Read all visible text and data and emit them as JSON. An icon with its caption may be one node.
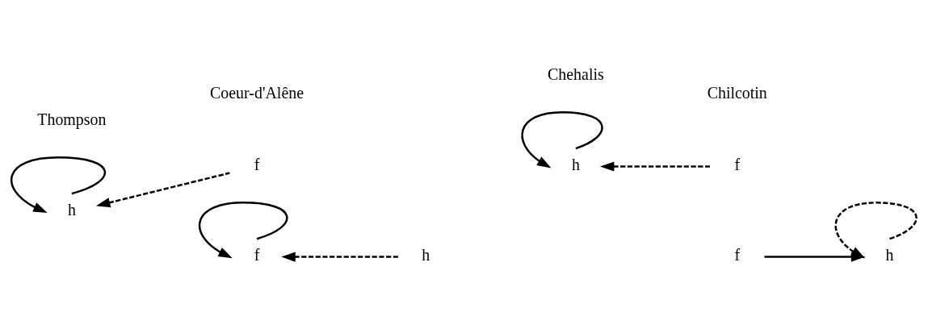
{
  "diagram": {
    "nodes": [
      {
        "text": [
          "h"
        ]
      },
      {
        "text": [
          "f"
        ]
      },
      {
        "text": [
          "h"
        ]
      },
      {
        "text": [
          "f"
        ]
      },
      {
        "text": [
          "f"
        ]
      },
      {
        "text": [
          "h"
        ]
      },
      {
        "text": [
          "f"
        ]
      },
      {
        "text": [
          "h"
        ]
      }
    ],
    "edges": [
      {
        "from": 0,
        "to": 0,
        "arrow": "to"
      },
      {
        "from": 1,
        "to": 0,
        "arrow": "to",
        "style": "dashed"
      },
      {
        "from": 2,
        "to": 2,
        "arrow": "to"
      },
      {
        "from": 3,
        "to": 2,
        "arrow": "to",
        "style": "dashed"
      },
      {
        "from": 4,
        "to": 4,
        "arrow": "to"
      },
      {
        "from": 5,
        "to": 4,
        "arrow": "to",
        "style": "dashed"
      },
      {
        "from": 6,
        "to": 7,
        "arrow": "to"
      },
      {
        "from": 7,
        "to": 7,
        "arrow": "to",
        "style": "dashed"
      }
    ],
    "labels": [
      "Thompson",
      "Chehalis",
      "Coeur-d'Alêne",
      "Chilcotin"
    ]
  }
}
